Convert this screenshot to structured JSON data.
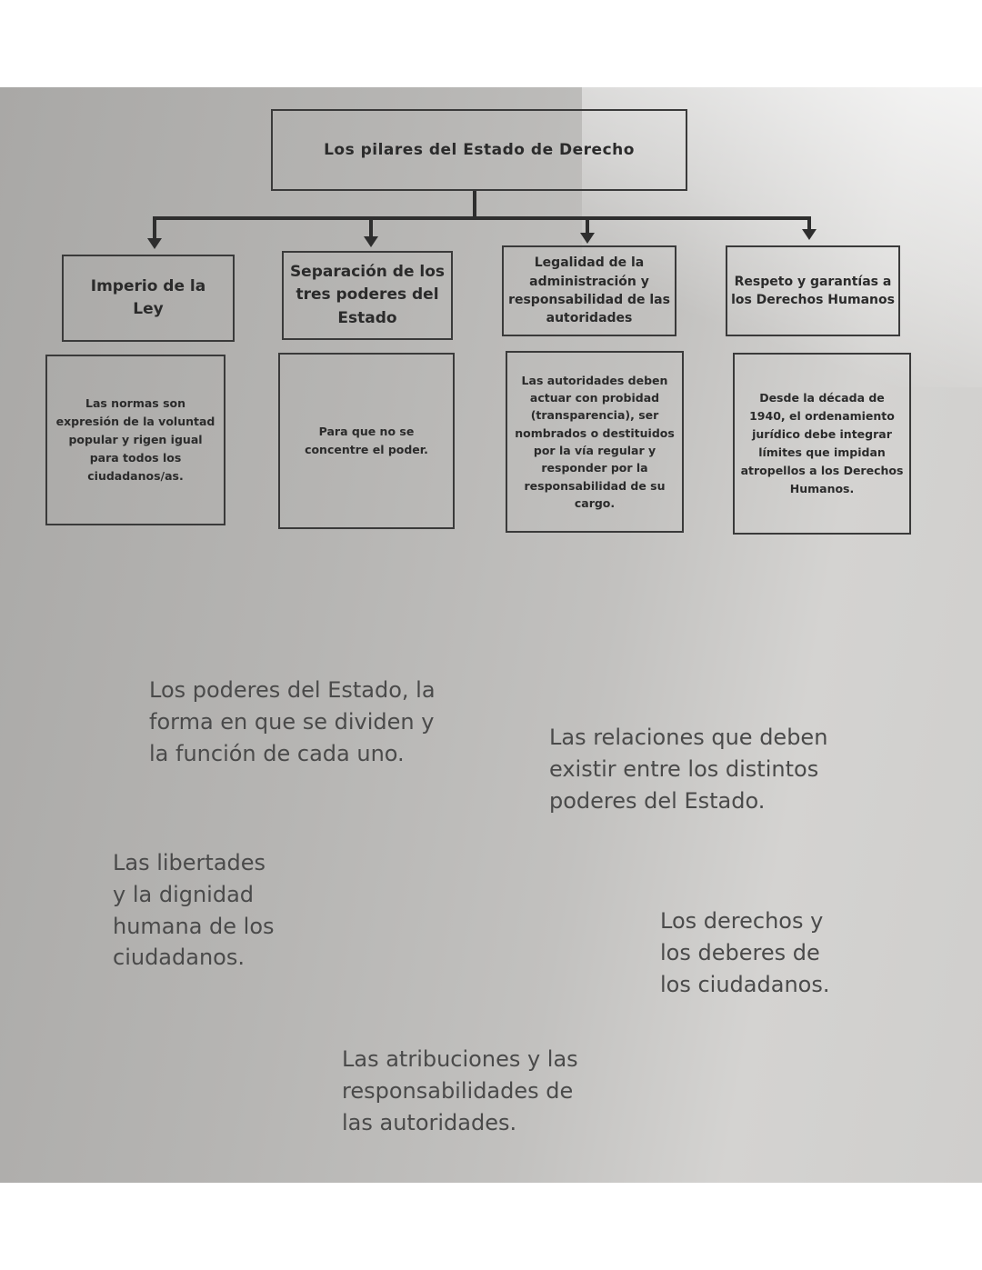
{
  "diagram": {
    "title": "Los pilares del Estado de Derecho",
    "pillars": [
      {
        "heading": "Imperio de la Ley",
        "description": "Las normas son expresión de la voluntad popular y rigen igual para todos los ciudadanos/as."
      },
      {
        "heading": "Separación de los tres poderes del Estado",
        "description": "Para que no se concentre el poder."
      },
      {
        "heading": "Legalidad de la administración y responsabilidad de las autoridades",
        "description": "Las autoridades deben actuar con probidad (transparencia), ser nombrados o destituidos por la vía regular y responder por la responsabilidad de su cargo."
      },
      {
        "heading": "Respeto y garantías a los Derechos Humanos",
        "description": "Desde la década de 1940, el ordenamiento jurídico debe integrar límites que impidan atropellos a los Derechos Humanos."
      }
    ]
  },
  "notes": {
    "poderes": "Los poderes del Estado, la\nforma en que se dividen y\nla función de cada uno.",
    "relaciones": "Las relaciones que deben\nexistir entre los distintos\npoderes del Estado.",
    "libertades": "Las libertades\ny la dignidad\nhumana de los\nciudadanos.",
    "derechos": "Los derechos y\nlos deberes de\nlos ciudadanos.",
    "atribuciones": "Las atribuciones y las\nresponsabilidades de\nlas autoridades."
  }
}
